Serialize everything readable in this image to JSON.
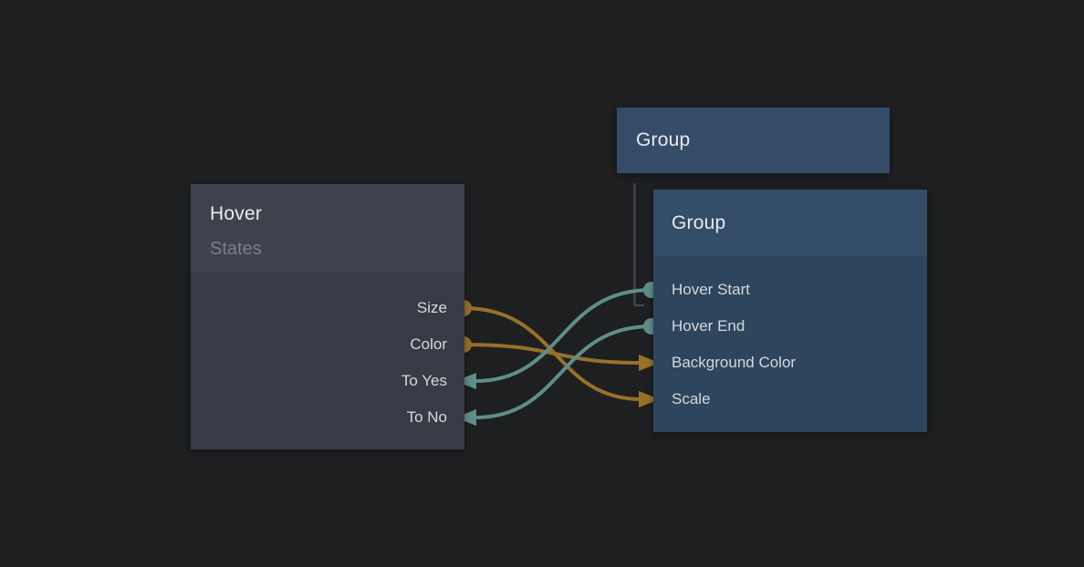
{
  "canvas": {
    "background": "#1e1f20"
  },
  "colors": {
    "orange": "#97702a",
    "teal": "#5f8e88",
    "hierarchy_line": "#47484b"
  },
  "nodes": {
    "hover": {
      "title": "Hover",
      "subtitle": "States",
      "ports": [
        {
          "label": "Size",
          "direction": "output",
          "marker": "dot",
          "color": "#97702a"
        },
        {
          "label": "Color",
          "direction": "output",
          "marker": "dot",
          "color": "#97702a"
        },
        {
          "label": "To Yes",
          "direction": "input",
          "marker": "arrow-left",
          "color": "#5f8e88"
        },
        {
          "label": "To No",
          "direction": "input",
          "marker": "arrow-left",
          "color": "#5f8e88"
        }
      ]
    },
    "group_parent": {
      "title": "Group"
    },
    "group_child": {
      "title": "Group",
      "ports": [
        {
          "label": "Hover Start",
          "direction": "output",
          "marker": "dot",
          "color": "#5f8e88"
        },
        {
          "label": "Hover End",
          "direction": "output",
          "marker": "dot",
          "color": "#5f8e88"
        },
        {
          "label": "Background Color",
          "direction": "input",
          "marker": "arrow-right",
          "color": "#97702a"
        },
        {
          "label": "Scale",
          "direction": "input",
          "marker": "arrow-right",
          "color": "#97702a"
        }
      ]
    }
  },
  "connections": [
    {
      "from": "Hover.Size",
      "to": "Group.Scale",
      "color": "#97702a"
    },
    {
      "from": "Hover.Color",
      "to": "Group.Background Color",
      "color": "#97702a"
    },
    {
      "from": "Group.Hover Start",
      "to": "Hover.To Yes",
      "color": "#5f8e88"
    },
    {
      "from": "Group.Hover End",
      "to": "Hover.To No",
      "color": "#5f8e88"
    }
  ],
  "hierarchy": {
    "from": "Group",
    "to": "Group"
  }
}
